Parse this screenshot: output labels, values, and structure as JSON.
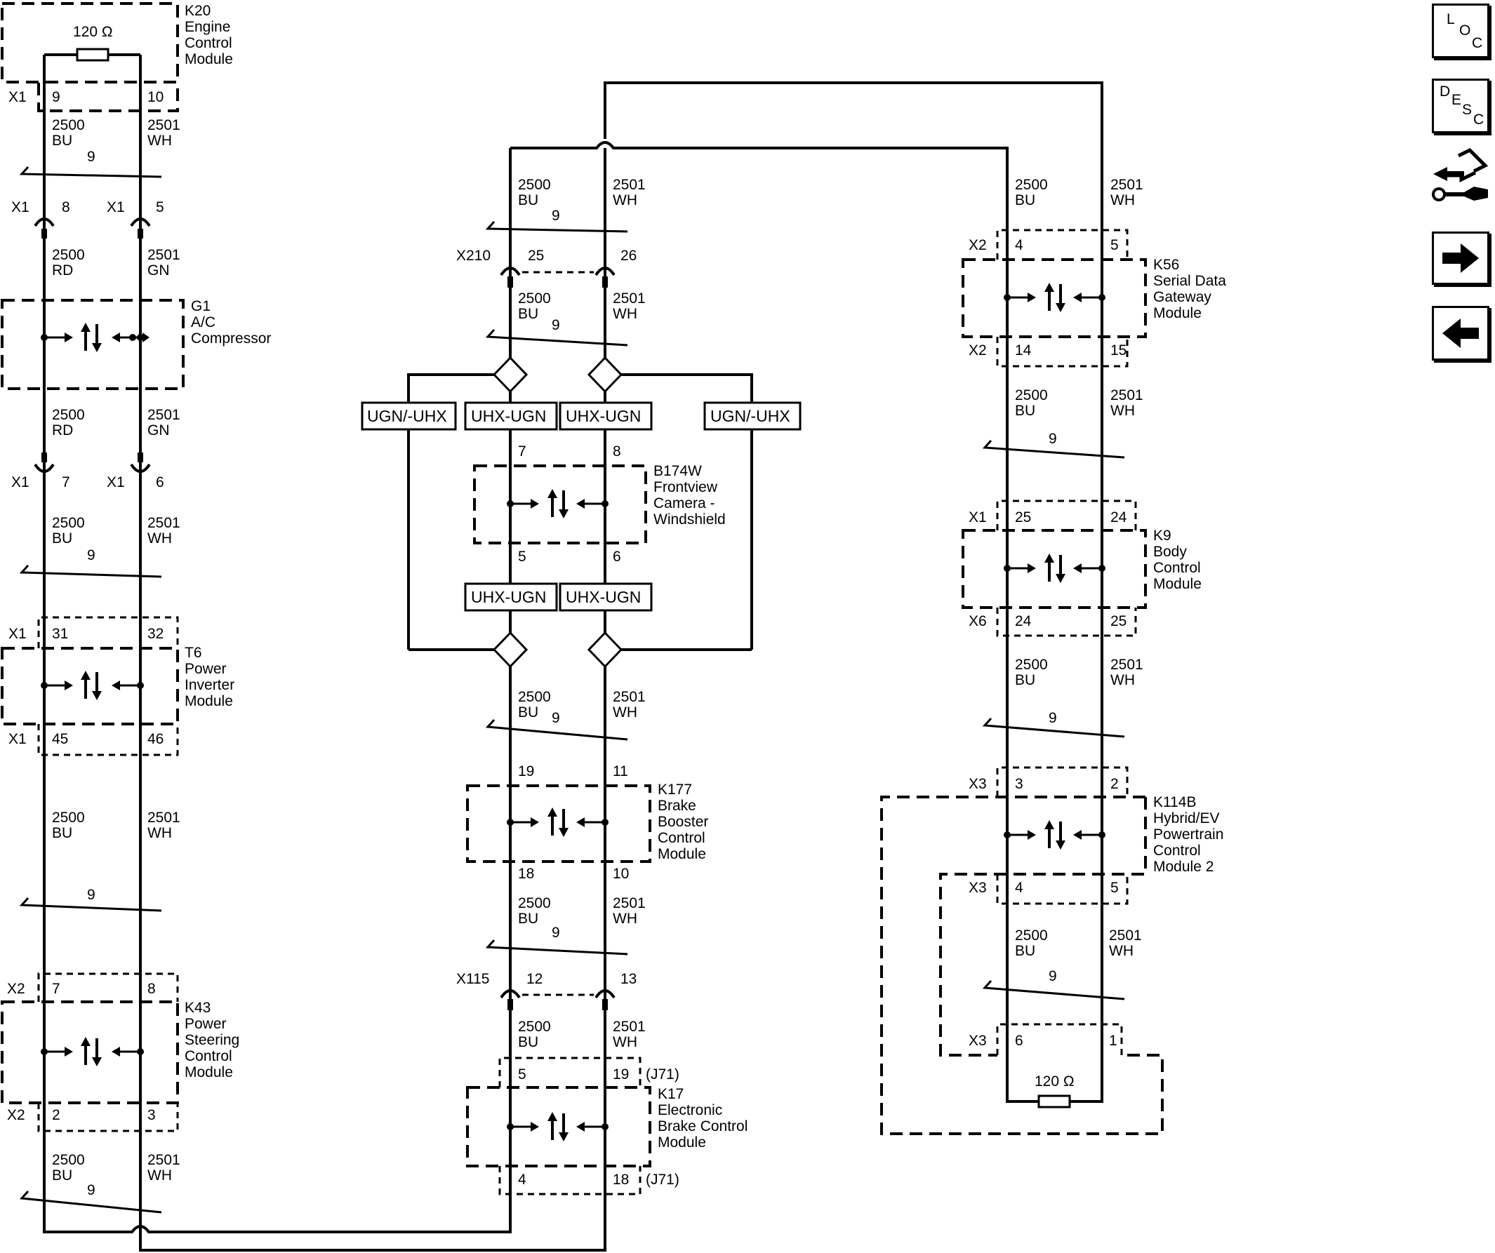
{
  "wire": {
    "can_hi_circuit": "2500",
    "can_lo_circuit": "2501",
    "twist": "9",
    "colors": {
      "bu": "BU",
      "wh": "WH",
      "rd": "RD",
      "gn": "GN"
    }
  },
  "terminator": {
    "value": "120 Ω"
  },
  "modules": {
    "k20": {
      "ref": "K20",
      "line1": "Engine",
      "line2": "Control",
      "line3": "Module",
      "conn": "X1",
      "pin_a": "9",
      "pin_b": "10"
    },
    "g1": {
      "ref": "G1",
      "line1": "A/C",
      "line2": "Compressor"
    },
    "t6": {
      "ref": "T6",
      "line1": "Power",
      "line2": "Inverter",
      "line3": "Module",
      "conn_top": "X1",
      "pin_top_a": "31",
      "pin_top_b": "32",
      "conn_bot": "X1",
      "pin_bot_a": "45",
      "pin_bot_b": "46"
    },
    "k43": {
      "ref": "K43",
      "line1": "Power",
      "line2": "Steering",
      "line3": "Control",
      "line4": "Module",
      "conn_top": "X2",
      "pin_top_a": "7",
      "pin_top_b": "8",
      "conn_bot": "X2",
      "pin_bot_a": "2",
      "pin_bot_b": "3"
    },
    "b174w": {
      "ref": "B174W",
      "line1": "Frontview",
      "line2": "Camera -",
      "line3": "Windshield",
      "pin_top_a": "7",
      "pin_top_b": "8",
      "pin_bot_a": "5",
      "pin_bot_b": "6"
    },
    "k177": {
      "ref": "K177",
      "line1": "Brake",
      "line2": "Booster",
      "line3": "Control",
      "line4": "Module",
      "pin_top_a": "19",
      "pin_top_b": "11",
      "pin_bot_a": "18",
      "pin_bot_b": "10"
    },
    "k17": {
      "ref": "K17",
      "line1": "Electronic",
      "line2": "Brake Control",
      "line3": "Module",
      "pin_top_a": "5",
      "pin_top_b": "19",
      "pin_bot_a": "4",
      "pin_bot_b": "18",
      "option": "(J71)"
    },
    "k56": {
      "ref": "K56",
      "line1": "Serial Data",
      "line2": "Gateway",
      "line3": "Module",
      "conn_top": "X2",
      "pin_top_a": "4",
      "pin_top_b": "5",
      "conn_bot": "X2",
      "pin_bot_a": "14",
      "pin_bot_b": "15"
    },
    "k9": {
      "ref": "K9",
      "line1": "Body",
      "line2": "Control",
      "line3": "Module",
      "conn_top": "X1",
      "pin_top_a": "25",
      "pin_top_b": "24",
      "conn_bot": "X6",
      "pin_bot_a": "24",
      "pin_bot_b": "25"
    },
    "k114b": {
      "ref": "K114B",
      "line1": "Hybrid/EV",
      "line2": "Powertrain",
      "line3": "Control",
      "line4": "Module 2",
      "conn_top": "X3",
      "pin_top_a": "3",
      "pin_top_b": "2",
      "conn_mid": "X3",
      "pin_mid_a": "4",
      "pin_mid_b": "5",
      "conn_bot": "X3",
      "pin_bot_a": "6",
      "pin_bot_b": "1"
    }
  },
  "inline_connectors": {
    "x1_a": {
      "conn": "X1",
      "pin_a": "8",
      "pin_b": "5"
    },
    "x1_b": {
      "conn": "X1",
      "pin_a": "7",
      "pin_b": "6"
    },
    "x210": {
      "conn": "X210",
      "pin_a": "25",
      "pin_b": "26"
    },
    "x115": {
      "conn": "X115",
      "pin_a": "12",
      "pin_b": "13"
    }
  },
  "options": {
    "ugn_uhx": "UGN/-UHX",
    "uhx_ugn": "UHX-UGN"
  },
  "nav": {
    "loc": {
      "l": "L",
      "o": "O",
      "c": "C"
    },
    "desc": {
      "d": "D",
      "e": "E",
      "s": "S",
      "c": "C"
    },
    "icons": [
      "connector-wrench-icon",
      "arrow-right-icon",
      "arrow-left-icon"
    ]
  }
}
